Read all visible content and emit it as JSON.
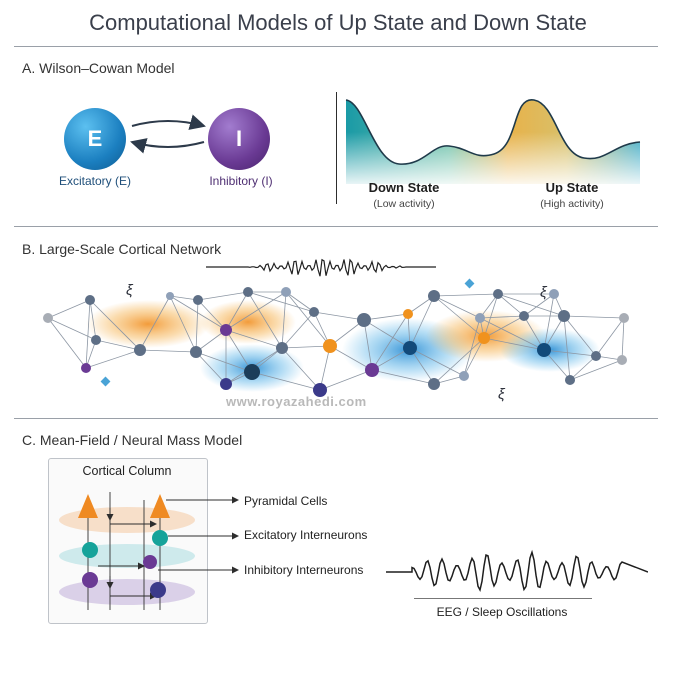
{
  "title": "Computational Models of Up State and Down State",
  "sections": {
    "a": {
      "label": "A.  Wilson–Cowan Model",
      "e_letter": "E",
      "i_letter": "I",
      "e_caption": "Excitatory (E)",
      "i_caption": "Inhibitory (I)",
      "down_state": "Down State",
      "down_sub": "(Low activity)",
      "up_state": "Up State",
      "up_sub": "(High activity)"
    },
    "b": {
      "label": "B.  Large-Scale Cortical Network",
      "xi_symbol": "ξ",
      "watermark": "www.royazahedi.com"
    },
    "c": {
      "label": "C.  Mean-Field / Neural Mass Model",
      "column_title": "Cortical Column",
      "pyramidal": "Pyramidal Cells",
      "excitatory": "Excitatory Interneurons",
      "inhibitory": "Inhibitory Interneurons",
      "eeg": "EEG / Sleep Oscillations"
    }
  },
  "colors": {
    "excitatory": "#1b7fc0",
    "inhibitory": "#6a3a94",
    "orange": "#f0921e",
    "teal": "#16a39a",
    "node_gray": "#5e6f86"
  },
  "icons": [
    "bidirectional-arrow-icon",
    "pyramidal-cell-icon",
    "interneuron-icon"
  ]
}
